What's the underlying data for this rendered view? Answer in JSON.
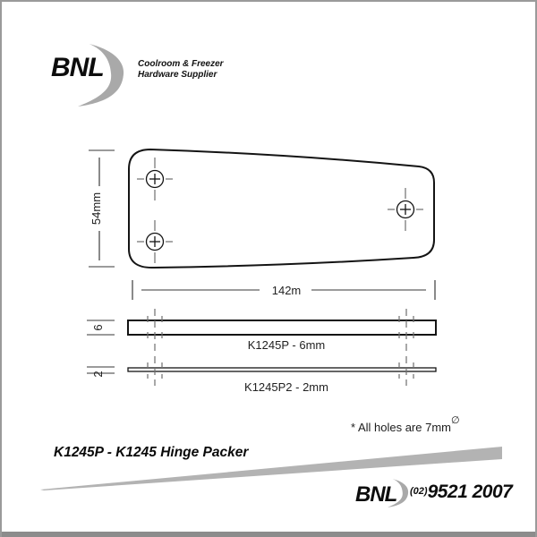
{
  "header": {
    "logo_text": "BNL",
    "tagline_line1": "Coolroom & Freezer",
    "tagline_line2": "Hardware Supplier"
  },
  "drawing": {
    "height_dim": "54mm",
    "width_dim": "142m",
    "side6_thickness": "6",
    "side6_label": "K1245P - 6mm",
    "side2_thickness": "2",
    "side2_label": "K1245P2 - 2mm",
    "note_text": "* All holes are 7mm",
    "note_symbol": "∅"
  },
  "footer": {
    "title": "K1245P - K1245 Hinge Packer",
    "logo_text": "BNL",
    "phone_area": "(02)",
    "phone_number": "9521 2007"
  },
  "colors": {
    "swoosh_gray": "#a9a9a9",
    "drawing_line": "#141414",
    "dimension_gray": "#9b9b9b"
  }
}
